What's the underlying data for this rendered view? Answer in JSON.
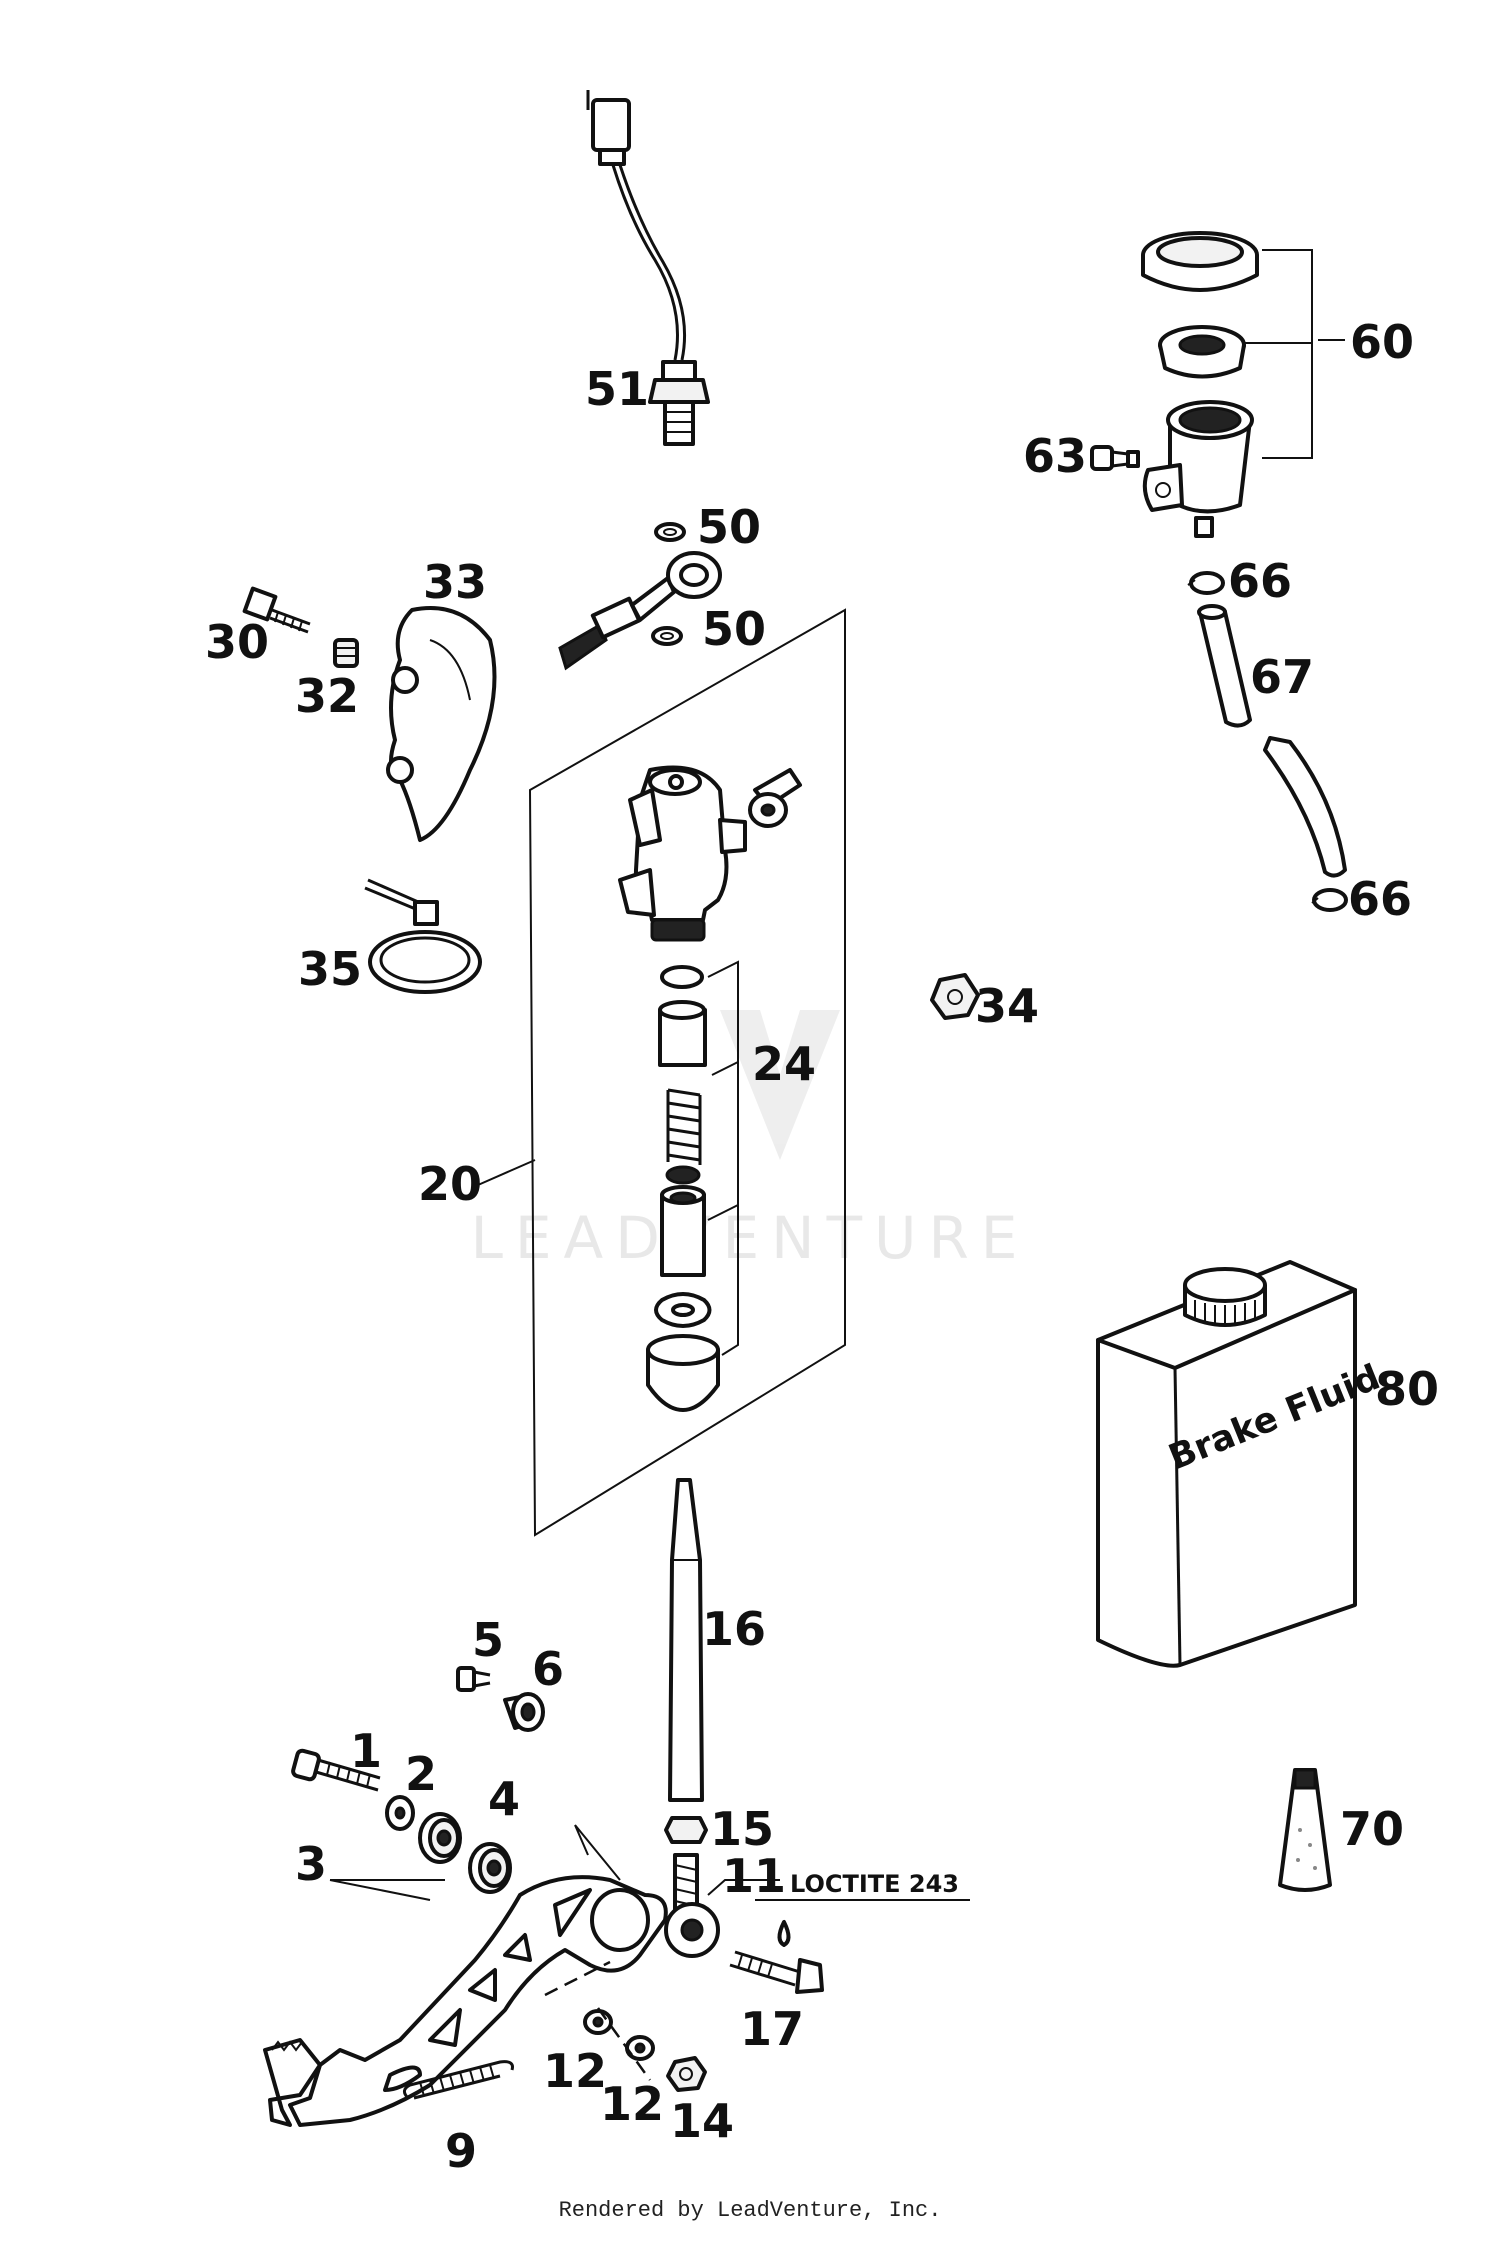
{
  "callouts": {
    "c1": "1",
    "c2": "2",
    "c3": "3",
    "c4": "4",
    "c5": "5",
    "c6": "6",
    "c9": "9",
    "c11": "11",
    "c12a": "12",
    "c12b": "12",
    "c14": "14",
    "c15": "15",
    "c16": "16",
    "c17": "17",
    "c20": "20",
    "c24": "24",
    "c30": "30",
    "c32": "32",
    "c33": "33",
    "c34": "34",
    "c35": "35",
    "c50a": "50",
    "c50b": "50",
    "c51": "51",
    "c60": "60",
    "c63": "63",
    "c66a": "66",
    "c66b": "66",
    "c67": "67",
    "c70": "70",
    "c80": "80"
  },
  "annotations": {
    "loctite": "LOCTITE 243"
  },
  "container_label": "Brake Fluid",
  "watermark": "LEADVENTURE",
  "footer": "Rendered by LeadVenture, Inc."
}
